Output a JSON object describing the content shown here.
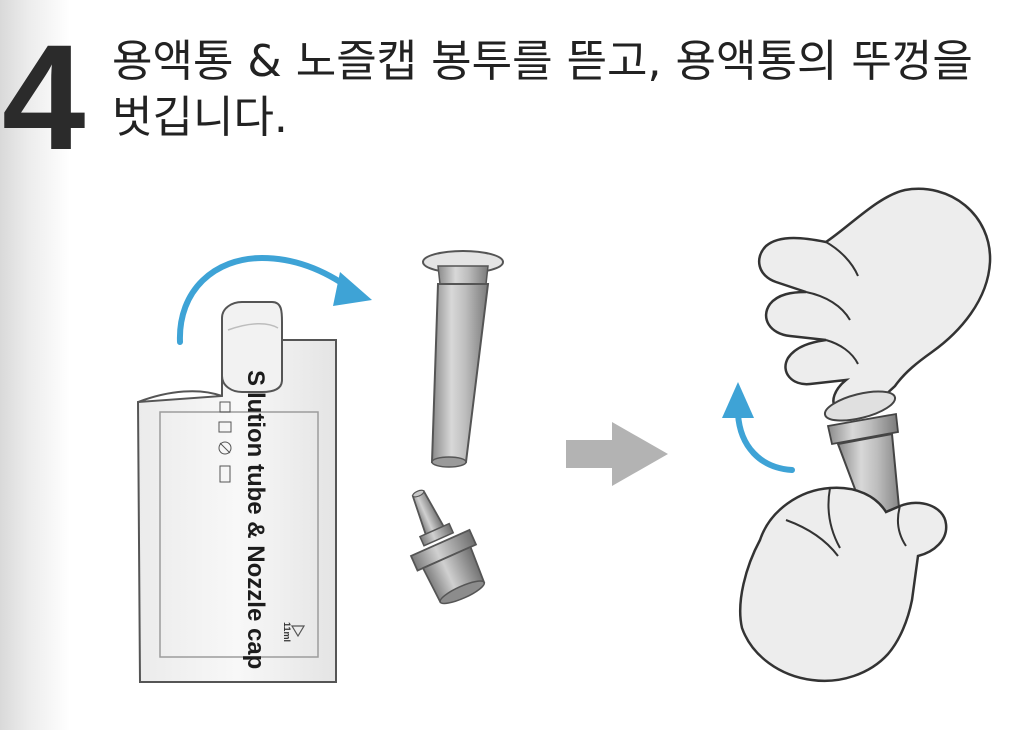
{
  "step": {
    "number": "4",
    "instruction_line1": "용액통 & 노즐캡 봉투를 뜯고, 용액통의 뚜껑을",
    "instruction_line2": "벗깁니다."
  },
  "pouch": {
    "label_peeled": "S",
    "label_main": "lution tube & Nozzle cap",
    "volume": "11ml"
  },
  "colors": {
    "arrow_blue": "#3ea3d6",
    "arrow_gray": "#b3b3b3",
    "ink": "#222222"
  },
  "icons": [
    "curved-arrow-icon",
    "right-arrow-icon",
    "rotate-arrow-icon"
  ]
}
